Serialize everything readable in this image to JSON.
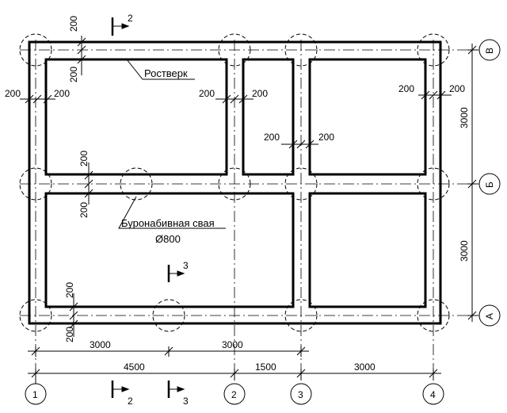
{
  "labels": {
    "grillage": "Ростверк",
    "pile_line1": "Буронабивная свая",
    "pile_line2": "Ø800"
  },
  "axes": {
    "vertical": [
      "1",
      "2",
      "3",
      "4"
    ],
    "horizontal": [
      "В",
      "Б",
      "А"
    ]
  },
  "dimensions": {
    "bottom_row1": [
      "3000",
      "3000"
    ],
    "bottom_row2": [
      "4500",
      "1500",
      "3000"
    ],
    "right": [
      "3000",
      "3000"
    ],
    "wall_200": "200"
  },
  "sections": {
    "top": "2",
    "middle": "3",
    "bottom_left": "2",
    "bottom_right": "3"
  }
}
